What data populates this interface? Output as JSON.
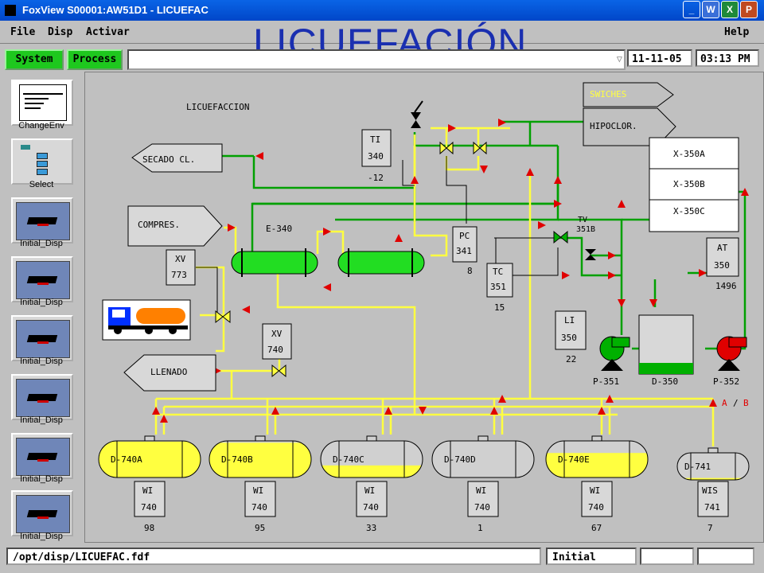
{
  "window": {
    "title": "FoxView S00001:AW51D1  - LICUEFAC",
    "heading": "LICUEFACIÓN"
  },
  "menu": {
    "file": "File",
    "disp": "Disp",
    "activar": "Activar",
    "help": "Help"
  },
  "toolbar": {
    "system": "System",
    "process": "Process",
    "date": "11-11-05",
    "time": "03:13 PM"
  },
  "sidebar": [
    {
      "label": "ChangeEnv"
    },
    {
      "label": "Select"
    },
    {
      "label": "Initial_Disp"
    },
    {
      "label": "Initial_Disp"
    },
    {
      "label": "Initial_Disp"
    },
    {
      "label": "Initial_Disp"
    },
    {
      "label": "Initial_Disp"
    },
    {
      "label": "Initial_Disp"
    }
  ],
  "status": {
    "path": "/opt/disp/LICUEFAC.fdf",
    "env": "Initial"
  },
  "colors": {
    "pipe_green": "#00a000",
    "pipe_yellow": "#ffff40",
    "arrow_red": "#e00000",
    "tank_yellow": "#ffff40",
    "pump_green": "#00b000",
    "pump_red": "#e00000",
    "level_green": "#00b000"
  },
  "diagram": {
    "area_title": "LICUEFACCION",
    "exchanger_label": "E-340",
    "panels": {
      "secado": "SECADO CL.",
      "compres": "COMPRES.",
      "llenado": "LLENADO",
      "swiches": "SWICHES",
      "hipoclor": "HIPOCLOR."
    },
    "xboxes": [
      "X-350A",
      "X-350B",
      "X-350C"
    ],
    "instruments": {
      "ti": {
        "tag": "TI",
        "num": "340",
        "value": "-12"
      },
      "pc": {
        "tag": "PC",
        "num": "341",
        "value": "8"
      },
      "tc": {
        "tag": "TC",
        "num": "351",
        "value": "15"
      },
      "li": {
        "tag": "LI",
        "num": "350",
        "value": "22"
      },
      "at": {
        "tag": "AT",
        "num": "350",
        "value": "1496"
      },
      "xv773": {
        "tag": "XV",
        "num": "773"
      },
      "xv740": {
        "tag": "XV",
        "num": "740"
      }
    },
    "tv": {
      "tag": "TV",
      "num": "351B"
    },
    "pumps": {
      "p351": "P-351",
      "p352": "P-352",
      "d350": "D-350"
    },
    "ab": {
      "a": "A",
      "sep": "/",
      "b": "B"
    },
    "tanks": [
      {
        "name": "D-740A",
        "wi": "WI",
        "num": "740",
        "value": "98",
        "level": 98
      },
      {
        "name": "D-740B",
        "wi": "WI",
        "num": "740",
        "value": "95",
        "level": 95
      },
      {
        "name": "D-740C",
        "wi": "WI",
        "num": "740",
        "value": "33",
        "level": 33
      },
      {
        "name": "D-740D",
        "wi": "WI",
        "num": "740",
        "value": "1",
        "level": 1
      },
      {
        "name": "D-740E",
        "wi": "WI",
        "num": "740",
        "value": "67",
        "level": 67
      },
      {
        "name": "D-741",
        "wi": "WIS",
        "num": "741",
        "value": "7",
        "level": 7
      }
    ]
  }
}
